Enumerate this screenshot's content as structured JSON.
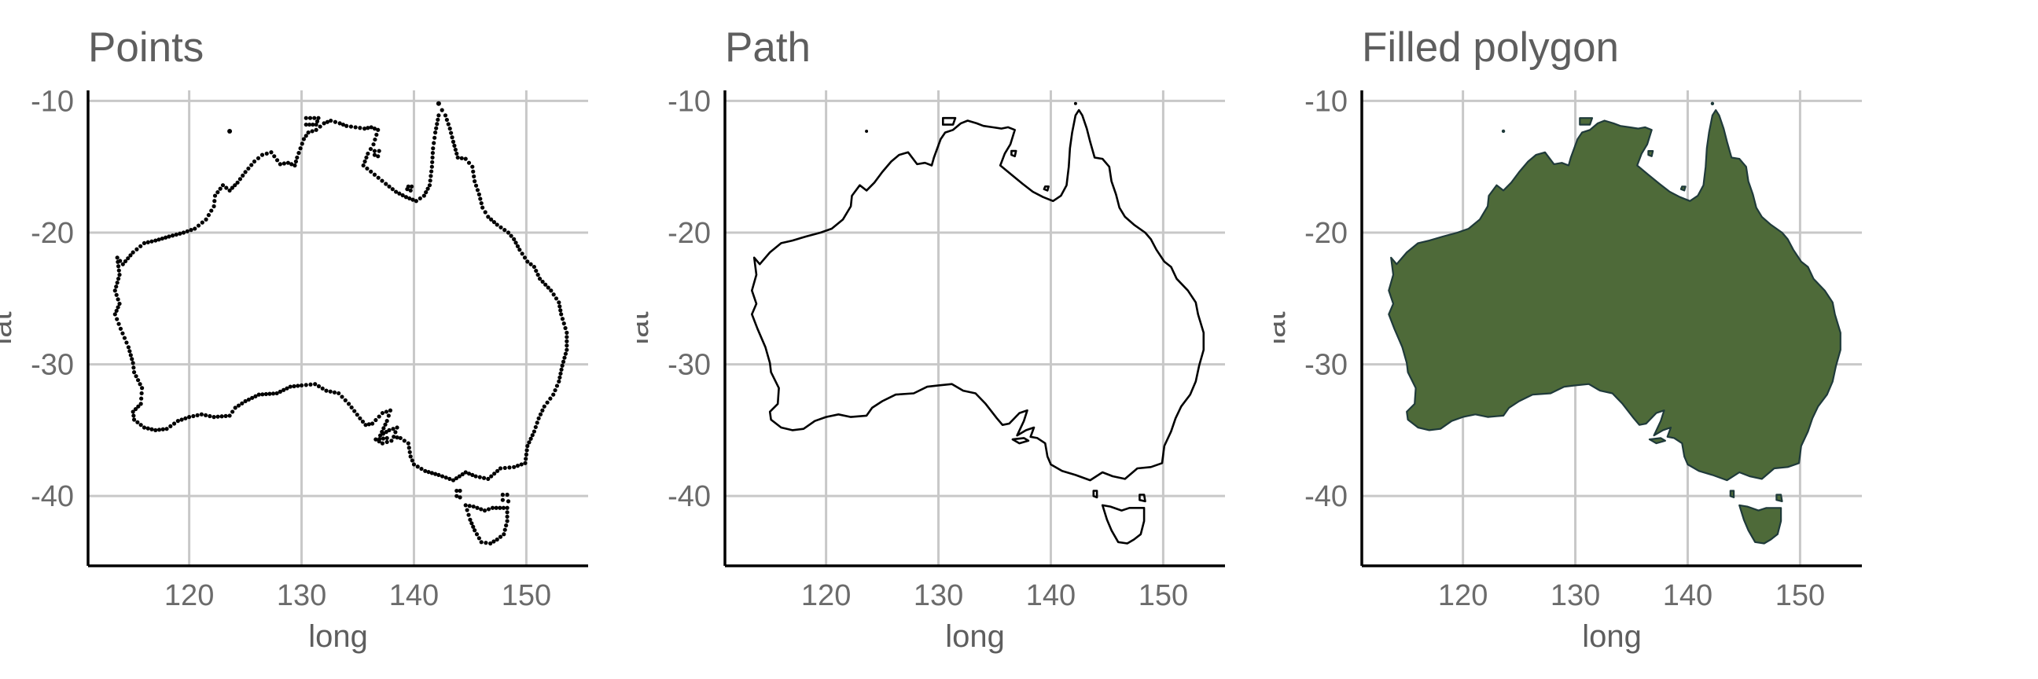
{
  "chart_data": [
    {
      "type": "scatter",
      "title": "Points",
      "xlabel": "long",
      "ylabel": "lat",
      "xlim": [
        111,
        155.5
      ],
      "ylim": [
        -45.3,
        -9.2
      ],
      "x_ticks": [
        120,
        130,
        140,
        150
      ],
      "y_ticks": [
        -10,
        -20,
        -30,
        -40
      ],
      "grid": true,
      "mark_color": "#000000"
    },
    {
      "type": "line",
      "title": "Path",
      "xlabel": "long",
      "ylabel": "lat",
      "xlim": [
        111,
        155.5
      ],
      "ylim": [
        -45.3,
        -9.2
      ],
      "x_ticks": [
        120,
        130,
        140,
        150
      ],
      "y_ticks": [
        -10,
        -20,
        -30,
        -40
      ],
      "grid": true,
      "mark_color": "#000000"
    },
    {
      "type": "area",
      "title": "Filled polygon",
      "xlabel": "long",
      "ylabel": "lat",
      "xlim": [
        111,
        155.5
      ],
      "ylim": [
        -45.3,
        -9.2
      ],
      "x_ticks": [
        120,
        130,
        140,
        150
      ],
      "y_ticks": [
        -10,
        -20,
        -30,
        -40
      ],
      "grid": true,
      "fill_color": "#4e6a39",
      "mark_color": "#1f3a3a"
    }
  ],
  "outline": {
    "mainland": [
      [
        113.6,
        -21.9
      ],
      [
        114.1,
        -22.4
      ],
      [
        115.0,
        -21.5
      ],
      [
        116.0,
        -20.8
      ],
      [
        117.0,
        -20.6
      ],
      [
        118.2,
        -20.3
      ],
      [
        119.5,
        -20.0
      ],
      [
        120.5,
        -19.7
      ],
      [
        121.5,
        -19.0
      ],
      [
        122.2,
        -18.0
      ],
      [
        122.3,
        -17.2
      ],
      [
        123.0,
        -16.4
      ],
      [
        123.6,
        -16.8
      ],
      [
        124.3,
        -16.2
      ],
      [
        125.0,
        -15.4
      ],
      [
        125.8,
        -14.6
      ],
      [
        126.5,
        -14.1
      ],
      [
        127.3,
        -13.9
      ],
      [
        128.1,
        -14.8
      ],
      [
        128.8,
        -14.7
      ],
      [
        129.4,
        -14.9
      ],
      [
        129.6,
        -14.3
      ],
      [
        130.2,
        -12.9
      ],
      [
        130.6,
        -12.4
      ],
      [
        131.3,
        -12.2
      ],
      [
        132.0,
        -11.7
      ],
      [
        132.6,
        -11.5
      ],
      [
        133.4,
        -11.7
      ],
      [
        134.0,
        -11.9
      ],
      [
        134.8,
        -12.0
      ],
      [
        135.6,
        -12.1
      ],
      [
        136.2,
        -12.0
      ],
      [
        136.8,
        -12.2
      ],
      [
        136.4,
        -13.3
      ],
      [
        135.9,
        -14.0
      ],
      [
        135.5,
        -14.9
      ],
      [
        136.5,
        -15.6
      ],
      [
        137.5,
        -16.3
      ],
      [
        138.4,
        -16.9
      ],
      [
        139.3,
        -17.3
      ],
      [
        140.2,
        -17.6
      ],
      [
        140.9,
        -17.2
      ],
      [
        141.4,
        -16.4
      ],
      [
        141.6,
        -15.0
      ],
      [
        141.7,
        -13.6
      ],
      [
        141.9,
        -12.4
      ],
      [
        142.2,
        -11.1
      ],
      [
        142.5,
        -10.7
      ],
      [
        142.8,
        -11.1
      ],
      [
        143.2,
        -12.1
      ],
      [
        143.5,
        -13.1
      ],
      [
        143.9,
        -14.3
      ],
      [
        144.6,
        -14.4
      ],
      [
        145.2,
        -15.0
      ],
      [
        145.4,
        -16.1
      ],
      [
        145.8,
        -17.1
      ],
      [
        146.1,
        -18.1
      ],
      [
        146.6,
        -18.8
      ],
      [
        147.4,
        -19.4
      ],
      [
        148.4,
        -20.0
      ],
      [
        148.9,
        -20.5
      ],
      [
        149.4,
        -21.3
      ],
      [
        150.1,
        -22.2
      ],
      [
        150.7,
        -22.6
      ],
      [
        151.2,
        -23.5
      ],
      [
        152.2,
        -24.4
      ],
      [
        152.9,
        -25.3
      ],
      [
        153.1,
        -26.2
      ],
      [
        153.6,
        -27.6
      ],
      [
        153.6,
        -28.9
      ],
      [
        153.2,
        -30.1
      ],
      [
        152.9,
        -31.3
      ],
      [
        152.4,
        -32.3
      ],
      [
        151.6,
        -33.2
      ],
      [
        151.1,
        -34.1
      ],
      [
        150.7,
        -35.1
      ],
      [
        150.1,
        -36.2
      ],
      [
        149.9,
        -37.5
      ],
      [
        148.9,
        -37.8
      ],
      [
        147.7,
        -37.9
      ],
      [
        146.6,
        -38.7
      ],
      [
        145.5,
        -38.5
      ],
      [
        144.6,
        -38.2
      ],
      [
        143.5,
        -38.8
      ],
      [
        142.2,
        -38.4
      ],
      [
        141.0,
        -38.1
      ],
      [
        140.0,
        -37.6
      ],
      [
        139.7,
        -37.0
      ],
      [
        139.5,
        -36.0
      ],
      [
        138.8,
        -35.6
      ],
      [
        138.2,
        -35.5
      ],
      [
        138.5,
        -34.8
      ],
      [
        137.8,
        -35.0
      ],
      [
        137.0,
        -35.4
      ],
      [
        137.6,
        -34.3
      ],
      [
        137.9,
        -33.5
      ],
      [
        137.2,
        -33.7
      ],
      [
        136.3,
        -34.5
      ],
      [
        135.7,
        -34.6
      ],
      [
        135.2,
        -34.1
      ],
      [
        134.2,
        -33.0
      ],
      [
        133.3,
        -32.2
      ],
      [
        132.2,
        -32.0
      ],
      [
        131.2,
        -31.5
      ],
      [
        130.0,
        -31.6
      ],
      [
        129.0,
        -31.7
      ],
      [
        127.8,
        -32.2
      ],
      [
        126.2,
        -32.3
      ],
      [
        125.0,
        -32.8
      ],
      [
        124.1,
        -33.3
      ],
      [
        123.6,
        -33.9
      ],
      [
        122.2,
        -34.0
      ],
      [
        121.1,
        -33.8
      ],
      [
        120.0,
        -34.0
      ],
      [
        119.0,
        -34.3
      ],
      [
        118.0,
        -34.9
      ],
      [
        117.0,
        -35.0
      ],
      [
        116.0,
        -34.8
      ],
      [
        115.1,
        -34.2
      ],
      [
        115.0,
        -33.6
      ],
      [
        115.7,
        -33.0
      ],
      [
        115.8,
        -31.8
      ],
      [
        115.1,
        -30.6
      ],
      [
        115.0,
        -29.9
      ],
      [
        114.6,
        -28.7
      ],
      [
        113.9,
        -27.3
      ],
      [
        113.4,
        -26.2
      ],
      [
        113.8,
        -25.4
      ],
      [
        113.4,
        -24.4
      ],
      [
        113.8,
        -23.2
      ],
      [
        113.6,
        -21.9
      ]
    ],
    "tasmania": [
      [
        144.6,
        -40.7
      ],
      [
        145.3,
        -40.8
      ],
      [
        146.3,
        -41.1
      ],
      [
        147.0,
        -40.9
      ],
      [
        148.3,
        -40.9
      ],
      [
        148.3,
        -41.9
      ],
      [
        148.0,
        -42.9
      ],
      [
        147.4,
        -43.3
      ],
      [
        146.8,
        -43.6
      ],
      [
        146.0,
        -43.5
      ],
      [
        145.4,
        -42.6
      ],
      [
        145.0,
        -41.8
      ],
      [
        144.6,
        -40.7
      ]
    ],
    "islands": [
      [
        [
          136.6,
          -35.7
        ],
        [
          137.6,
          -35.6
        ],
        [
          138.0,
          -35.8
        ],
        [
          137.2,
          -36.0
        ],
        [
          136.6,
          -35.7
        ]
      ],
      [
        [
          130.4,
          -11.3
        ],
        [
          131.5,
          -11.3
        ],
        [
          131.3,
          -11.8
        ],
        [
          130.4,
          -11.8
        ],
        [
          130.4,
          -11.3
        ]
      ],
      [
        [
          136.5,
          -13.8
        ],
        [
          136.9,
          -13.8
        ],
        [
          136.8,
          -14.2
        ],
        [
          136.5,
          -14.1
        ],
        [
          136.5,
          -13.8
        ]
      ],
      [
        [
          139.5,
          -16.5
        ],
        [
          139.8,
          -16.5
        ],
        [
          139.7,
          -16.8
        ],
        [
          139.4,
          -16.7
        ],
        [
          139.5,
          -16.5
        ]
      ],
      [
        [
          143.8,
          -39.6
        ],
        [
          144.1,
          -39.6
        ],
        [
          144.1,
          -40.1
        ],
        [
          143.8,
          -40.0
        ],
        [
          143.8,
          -39.6
        ]
      ],
      [
        [
          147.9,
          -39.9
        ],
        [
          148.3,
          -39.9
        ],
        [
          148.4,
          -40.4
        ],
        [
          147.9,
          -40.3
        ],
        [
          147.9,
          -39.9
        ]
      ]
    ],
    "dots": [
      [
        123.6,
        -12.3
      ],
      [
        142.2,
        -10.2
      ]
    ]
  }
}
